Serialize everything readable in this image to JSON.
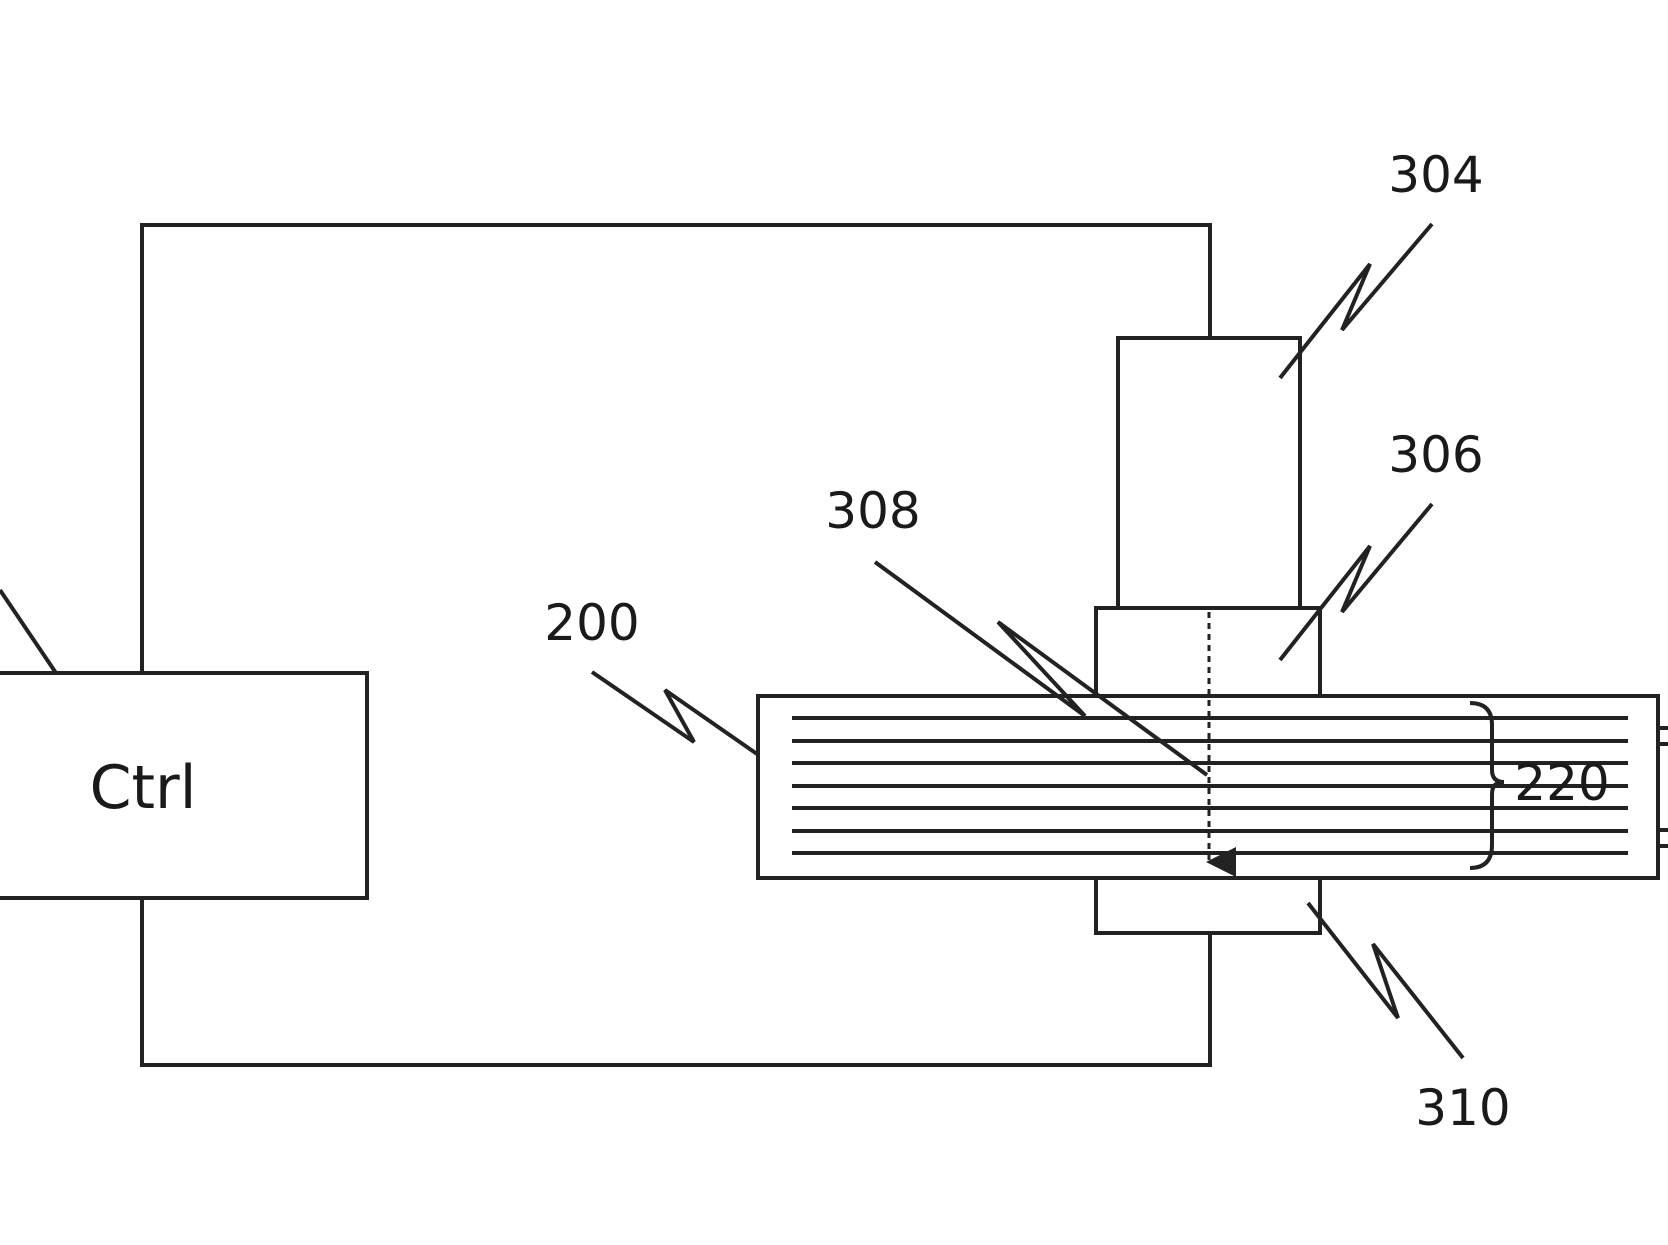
{
  "labels": {
    "ctrl": "Ctrl",
    "ref_304": "304",
    "ref_306": "306",
    "ref_308": "308",
    "ref_200": "200",
    "ref_220": "220",
    "ref_310": "310"
  },
  "colors": {
    "stroke": "#222222",
    "background": "#ffffff"
  }
}
